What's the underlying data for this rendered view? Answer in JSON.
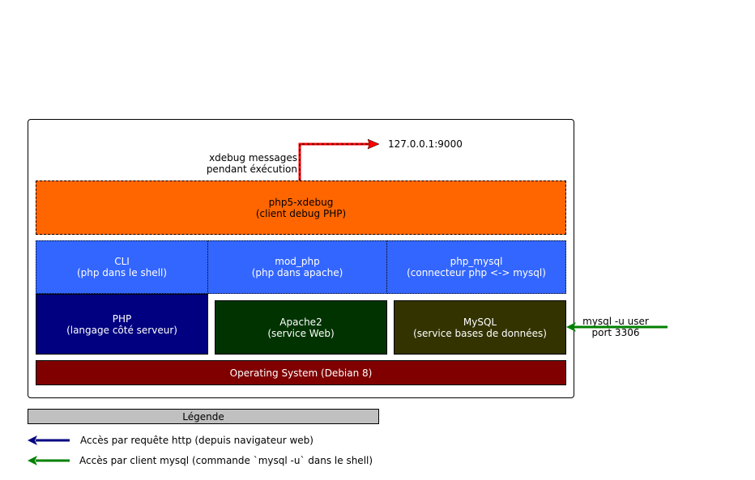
{
  "xdebug": {
    "title": "php5-xdebug",
    "subtitle": "(client debug PHP)",
    "note_line1": "xdebug messages",
    "note_line2": "pendant éxécution",
    "target": "127.0.0.1:9000"
  },
  "extensions": [
    {
      "title": "CLI",
      "subtitle": "(php dans le shell)"
    },
    {
      "title": "mod_php",
      "subtitle": "(php dans apache)"
    },
    {
      "title": "php_mysql",
      "subtitle": "(connecteur php <-> mysql)"
    }
  ],
  "services": [
    {
      "title": "PHP",
      "subtitle": "(langage côté serveur)"
    },
    {
      "title": "Apache2",
      "subtitle": "(service Web)"
    },
    {
      "title": "MySQL",
      "subtitle": "(service bases de données)"
    }
  ],
  "os": {
    "title": "Operating System (Debian 8)"
  },
  "mysql_client": {
    "line1": "mysql -u user",
    "line2": "port 3306"
  },
  "legend": {
    "title": "Légende",
    "items": [
      {
        "label": "Accès par requête http (depuis navigateur web)",
        "color": "#000080"
      },
      {
        "label": "Accès par client mysql (commande `mysql -u` dans le shell)",
        "color": "#008000"
      }
    ]
  },
  "colors": {
    "xdebug": "#ff6600",
    "extension": "#3366ff",
    "php": "#000080",
    "apache": "#003300",
    "mysql": "#333300",
    "os": "#800000",
    "xdebug_arrow": "#ff0000",
    "mysql_arrow": "#008000",
    "legend_bar": "#c0c0c0"
  }
}
